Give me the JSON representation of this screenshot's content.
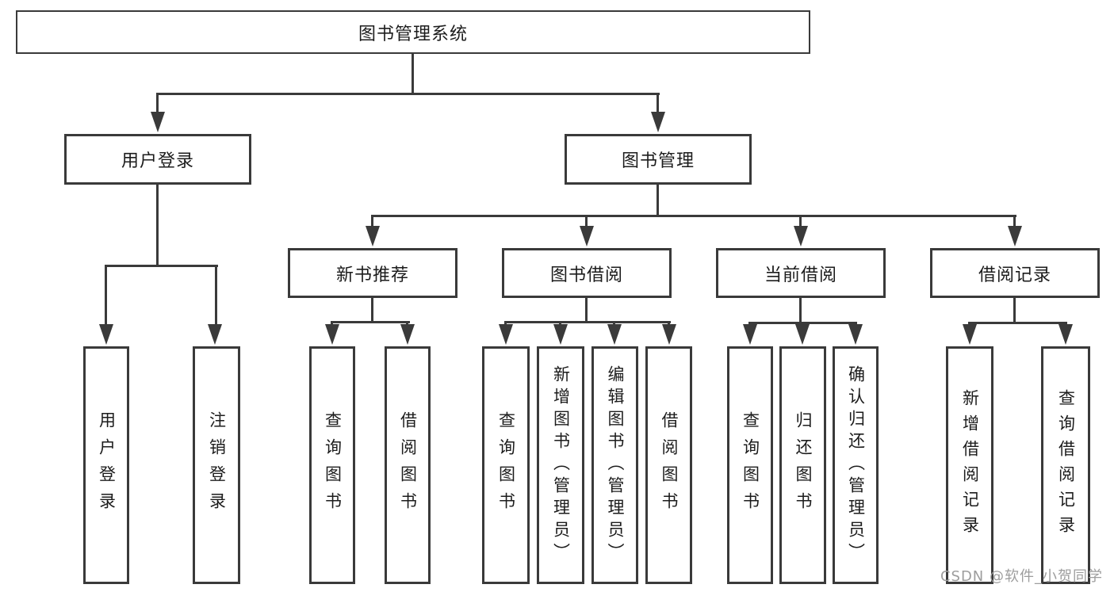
{
  "nodes": {
    "root": "图书管理系统",
    "user_login": "用户登录",
    "book_mgmt": "图书管理",
    "new_book_rec": "新书推荐",
    "book_borrow": "图书借阅",
    "current_borrow": "当前借阅",
    "borrow_record": "借阅记录",
    "leaf_user_login": "用户登录",
    "leaf_logout": "注销登录",
    "leaf_rec_query": "查询图书",
    "leaf_rec_borrow": "借阅图书",
    "leaf_bb_query": "查询图书",
    "leaf_bb_add": "新增图书（管理员）",
    "leaf_bb_edit": "编辑图书（管理员）",
    "leaf_bb_borrow": "借阅图书",
    "leaf_cb_query": "查询图书",
    "leaf_cb_return": "归还图书",
    "leaf_cb_confirm": "确认归还（管理员）",
    "leaf_br_add": "新增借阅记录",
    "leaf_br_query": "查询借阅记录"
  },
  "watermark": "CSDN @软件_小贺同学",
  "colors": {
    "stroke": "#3a3a3a",
    "text": "#1c1c1c",
    "watermark": "#9d9d9d",
    "background": "#ffffff"
  }
}
